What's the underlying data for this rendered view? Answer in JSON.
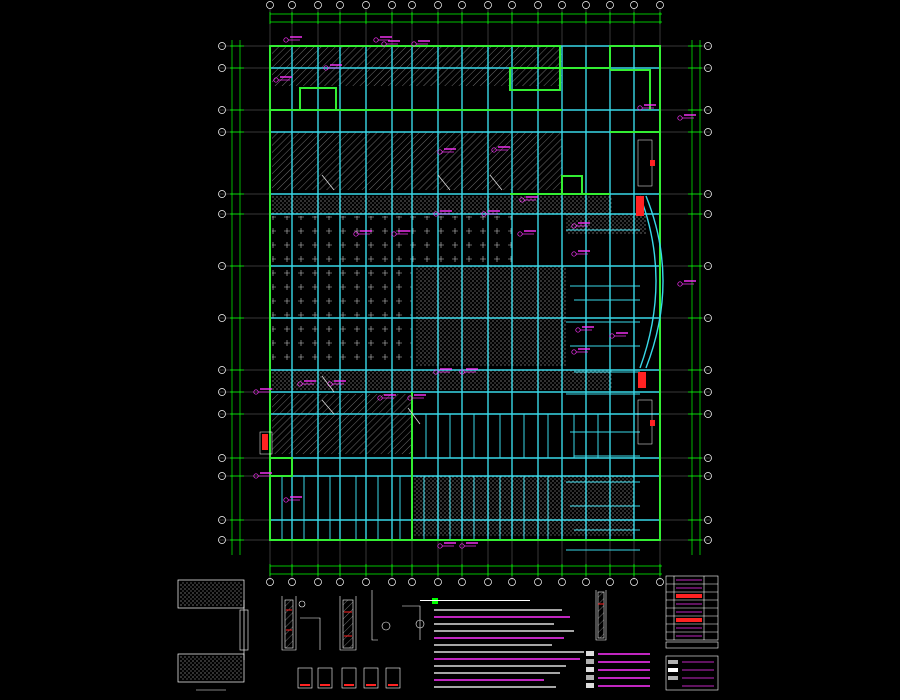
{
  "drawing": {
    "title": "",
    "background": "#000000",
    "colors": {
      "axis": "#ffffff",
      "axis_bubble": "#ffffff",
      "dimension": "#00ff00",
      "beam": "#38d8e8",
      "wall": "#33ee33",
      "hatch": "#aaaaaa",
      "annotation": "#ff33ff",
      "highlight": "#ff2222",
      "note": "#ff33ff"
    },
    "grid_x_count": 16,
    "grid_y_count": 14
  },
  "legend_panel": {
    "title": "",
    "rows": 8
  },
  "notes": {
    "line_count": 12
  }
}
